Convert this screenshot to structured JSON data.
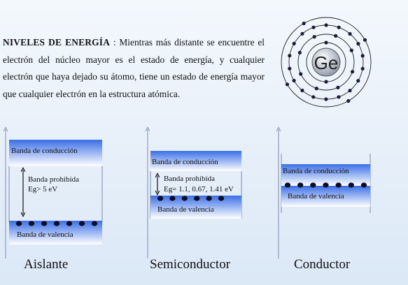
{
  "intro": {
    "title": "NIVELES DE ENERGÍA",
    "separator": " : ",
    "text": "Mientras más distante se encuentre el electrón del núcleo mayor es el estado de energía, y cualquier electrón que haya dejado su átomo, tiene un estado de energía mayor que cualquier electrón en la estructura atómica."
  },
  "atom": {
    "symbol": "Ge",
    "shell_electrons": [
      2,
      8,
      18,
      4
    ]
  },
  "materials": [
    {
      "name": "Aislante",
      "conduction_label": "Banda de conducción",
      "gap_label": "Banda prohibida",
      "gap_value": "Eg> 5 eV",
      "valence_label": "Banda de valencia",
      "electron_count": 7
    },
    {
      "name": "Semiconductor",
      "conduction_label": "Banda de conducción",
      "gap_label": "Banda prohibida",
      "gap_value": "Eg= 1.1, 0.67, 1.41 eV",
      "valence_label": "Banda de valencia",
      "electron_count": 6
    },
    {
      "name": "Conductor",
      "conduction_label": "Banda de conducción",
      "valence_label": "Banda de valencia",
      "electron_count": 7
    }
  ],
  "colors": {
    "band_gradient_top": "#3b6fe6",
    "band_gradient_bottom": "#ffffff",
    "axis": "#7a8cb0",
    "gap_arrow": "#111111",
    "electron": "#0c0c22"
  }
}
